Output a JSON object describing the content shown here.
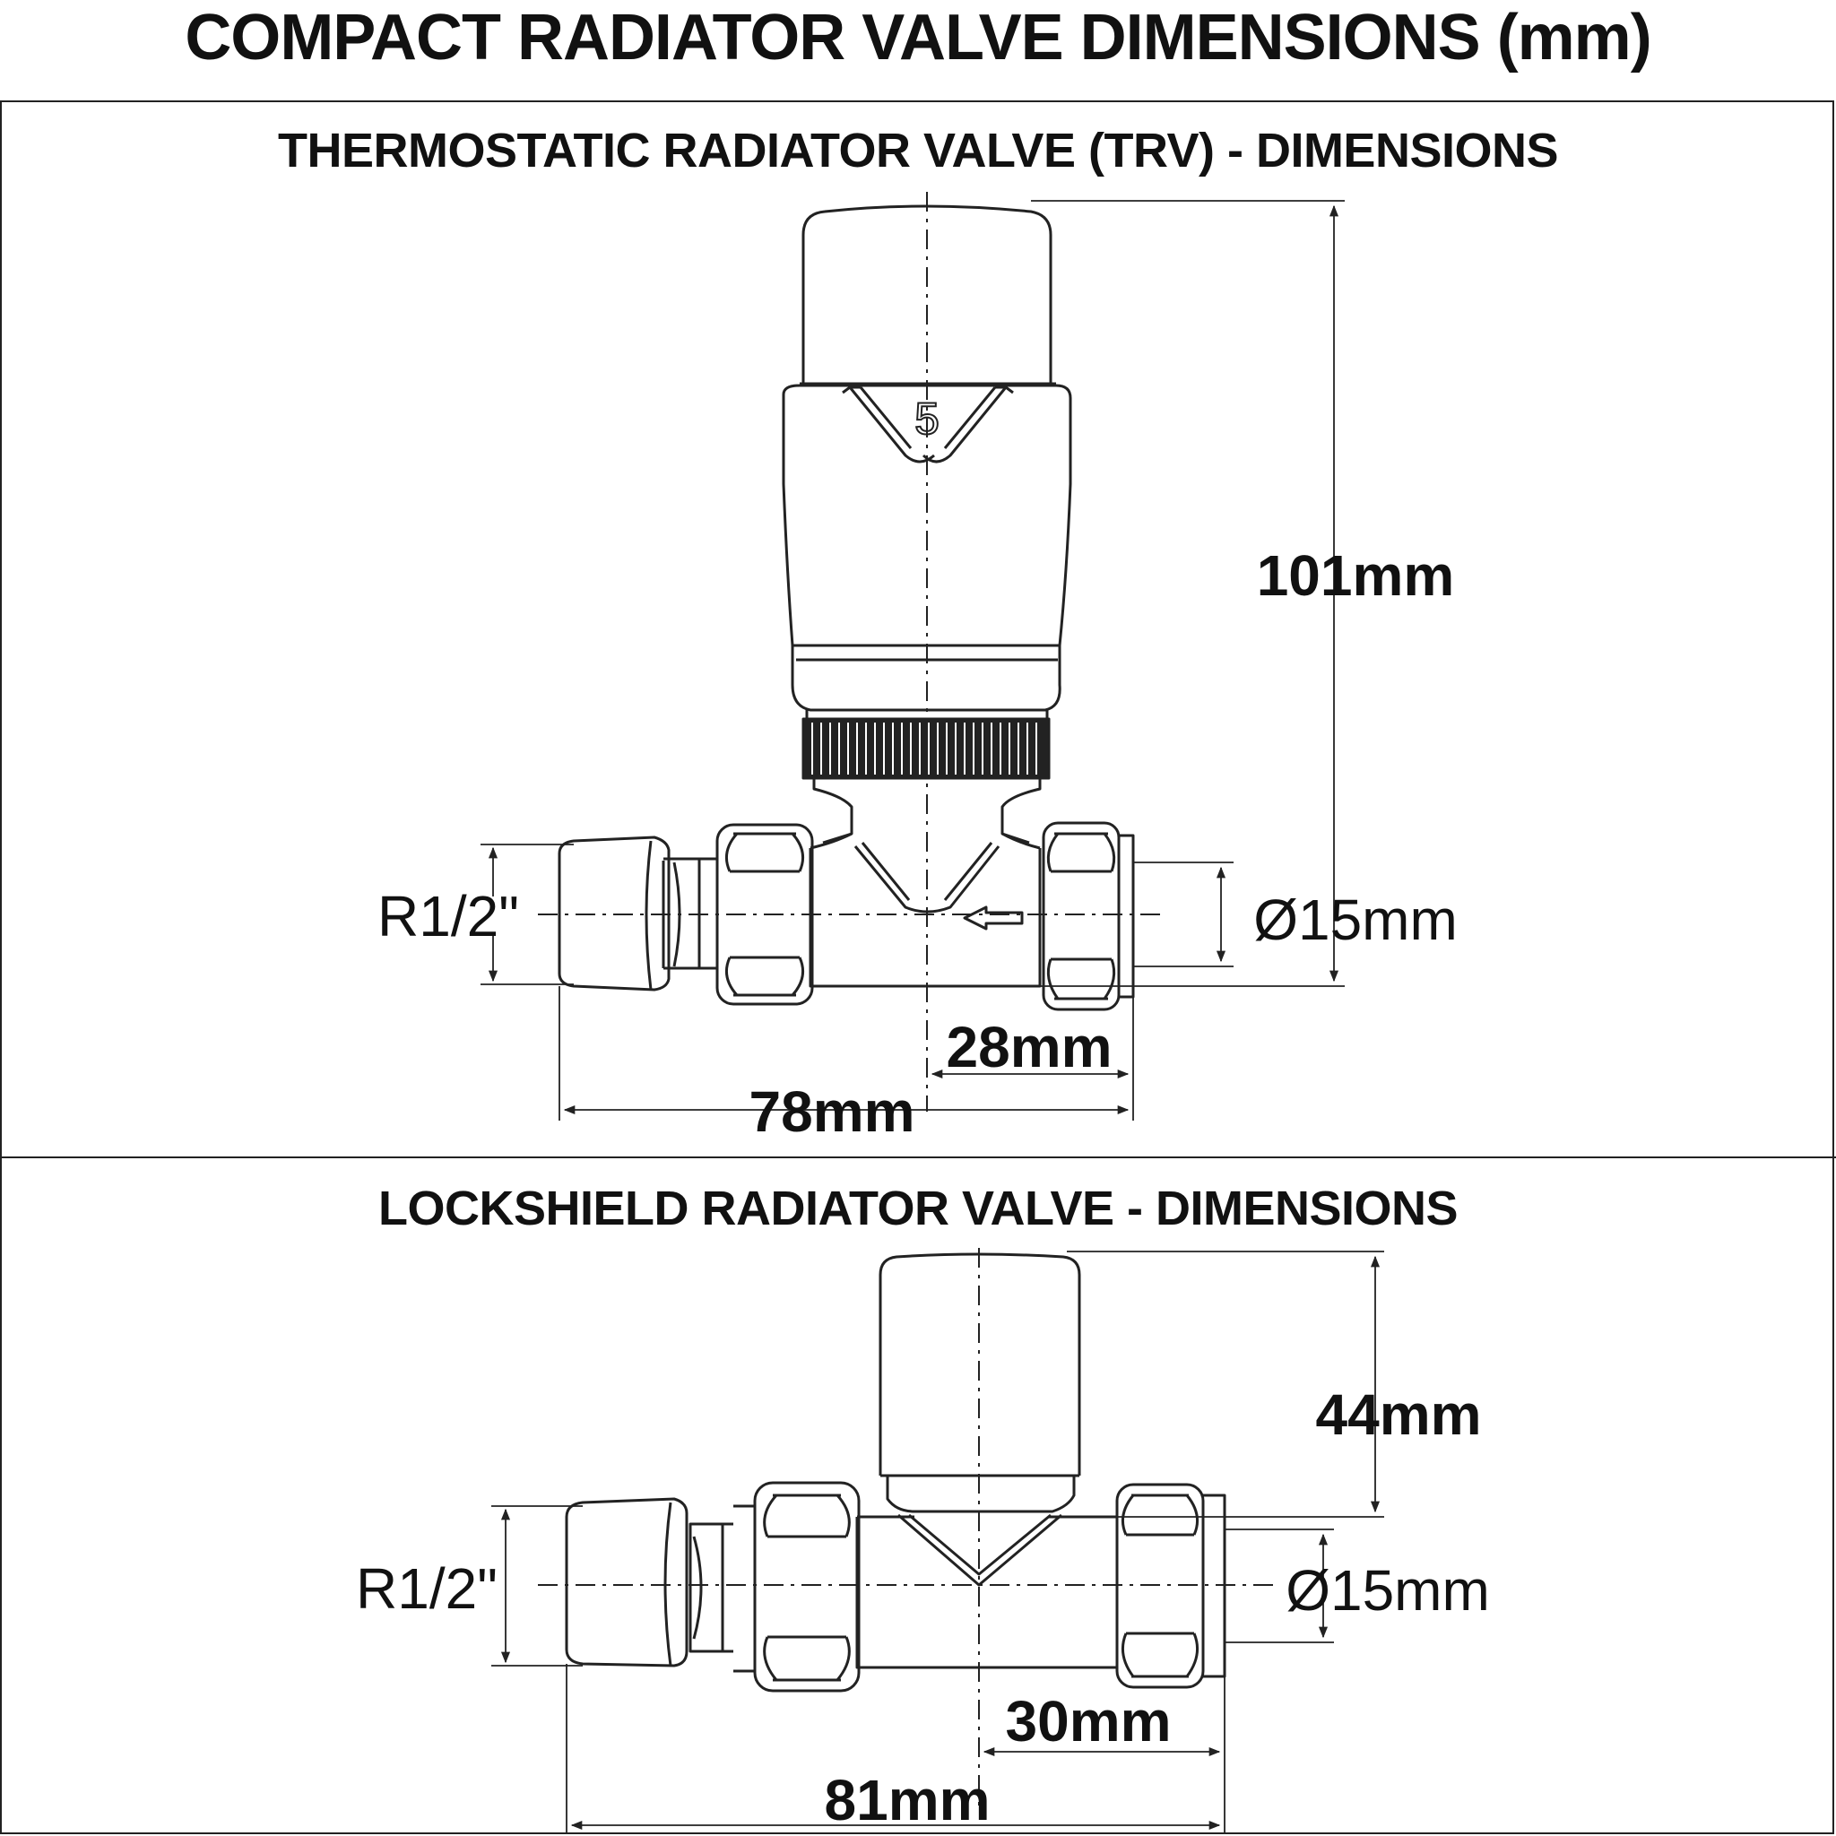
{
  "title": "COMPACT RADIATOR VALVE DIMENSIONS (mm)",
  "trv": {
    "title": "THERMOSTATIC RADIATOR VALVE (TRV) - DIMENSIONS",
    "head_setting": "5",
    "height_label": "101mm",
    "thread_label": "R1/2\"",
    "pipe_label": "Ø15mm",
    "half_width_label": "28mm",
    "width_label": "78mm"
  },
  "lockshield": {
    "title": "LOCKSHIELD RADIATOR VALVE - DIMENSIONS",
    "height_label": "44mm",
    "thread_label": "R1/2\"",
    "pipe_label": "Ø15mm",
    "half_width_label": "30mm",
    "width_label": "81mm"
  },
  "colors": {
    "line": "#222222",
    "background": "#ffffff"
  }
}
